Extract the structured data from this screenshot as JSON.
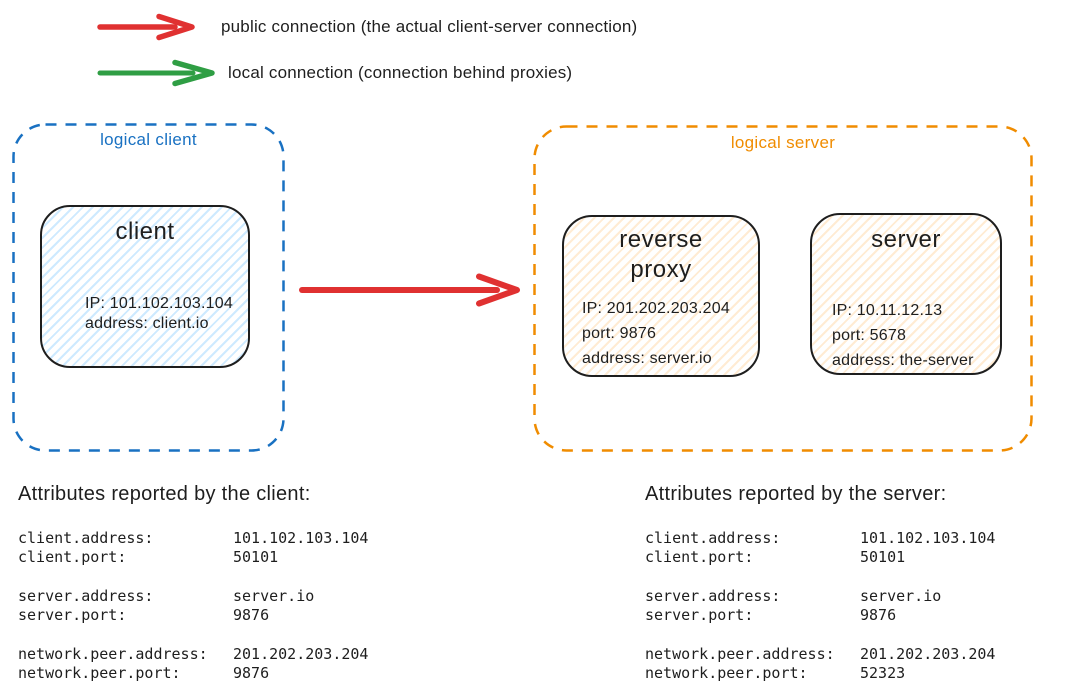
{
  "colors": {
    "public_arrow": "#e03131",
    "local_arrow": "#2f9e44",
    "logical_client": "#1971c2",
    "logical_server": "#f08c00",
    "ink": "#1e1e1e",
    "client_node_fill": "#a5d8ff",
    "server_node_fill": "#ffd8a8"
  },
  "legend": {
    "public": {
      "label": "public connection (the actual client-server connection)"
    },
    "local": {
      "label": "local connection (connection behind proxies)"
    }
  },
  "logical_client": {
    "title": "logical client",
    "client_node": {
      "title": "client",
      "lines": [
        "IP: 101.102.103.104",
        "address: client.io"
      ]
    }
  },
  "logical_server": {
    "title": "logical server",
    "reverse_proxy_node": {
      "title": "reverse proxy",
      "lines": [
        "IP: 201.202.203.204",
        "port: 9876",
        "address: server.io"
      ]
    },
    "server_node": {
      "title": "server",
      "lines": [
        "IP: 10.11.12.13",
        "port: 5678",
        "address: the-server"
      ]
    }
  },
  "client_attributes": {
    "title": "Attributes reported by the client:",
    "groups": [
      [
        {
          "key": "client.address:",
          "value": "101.102.103.104"
        },
        {
          "key": "client.port:",
          "value": "50101"
        }
      ],
      [
        {
          "key": "server.address:",
          "value": "server.io"
        },
        {
          "key": "server.port:",
          "value": "9876"
        }
      ],
      [
        {
          "key": "network.peer.address:",
          "value": "201.202.203.204"
        },
        {
          "key": "network.peer.port:",
          "value": "9876"
        }
      ]
    ]
  },
  "server_attributes": {
    "title": "Attributes reported by the server:",
    "groups": [
      [
        {
          "key": "client.address:",
          "value": "101.102.103.104"
        },
        {
          "key": "client.port:",
          "value": "50101"
        }
      ],
      [
        {
          "key": "server.address:",
          "value": "server.io"
        },
        {
          "key": "server.port:",
          "value": "9876"
        }
      ],
      [
        {
          "key": "network.peer.address:",
          "value": "201.202.203.204"
        },
        {
          "key": "network.peer.port:",
          "value": "52323"
        }
      ]
    ]
  }
}
